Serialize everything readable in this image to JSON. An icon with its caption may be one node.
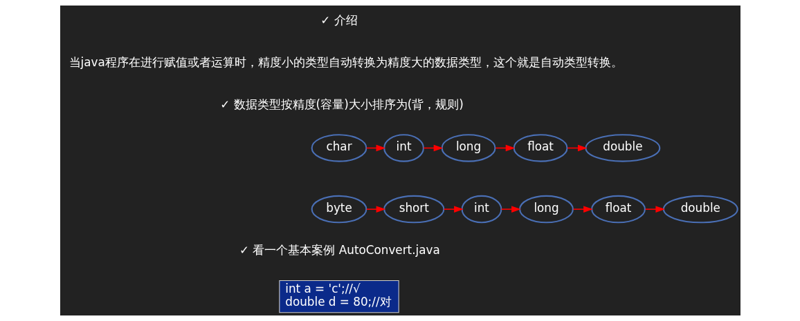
{
  "diagram": {
    "nodes": [
      {
        "text": [
          "char"
        ]
      },
      {
        "text": [
          "int"
        ]
      },
      {
        "text": [
          "long"
        ]
      },
      {
        "text": [
          "float"
        ]
      },
      {
        "text": [
          "double"
        ]
      },
      {
        "text": [
          "byte"
        ]
      },
      {
        "text": [
          "short"
        ]
      },
      {
        "text": [
          "int"
        ]
      },
      {
        "text": [
          "long"
        ]
      },
      {
        "text": [
          "float"
        ]
      },
      {
        "text": [
          "double"
        ]
      },
      {
        "text": [
          "int a = 'c';//√",
          "double d = 80;//对"
        ]
      }
    ],
    "edges": [
      {
        "from": 0,
        "to": 1,
        "arrow": "to"
      },
      {
        "from": 1,
        "to": 2,
        "arrow": "to"
      },
      {
        "from": 2,
        "to": 3,
        "arrow": "to"
      },
      {
        "from": 3,
        "to": 4,
        "arrow": "to"
      },
      {
        "from": 5,
        "to": 6,
        "arrow": "to"
      },
      {
        "from": 6,
        "to": 7,
        "arrow": "to"
      },
      {
        "from": 7,
        "to": 8,
        "arrow": "to"
      },
      {
        "from": 8,
        "to": 9,
        "arrow": "to"
      },
      {
        "from": 9,
        "to": 10,
        "arrow": "to"
      }
    ],
    "labels": [
      "✓ 介绍",
      "当java程序在进行赋值或者运算时，精度小的类型自动转换为精度大的数据类型，这个就是自动类型转换。",
      "✓ 数据类型按精度(容量)大小排序为(背，规则)",
      "✓ 看一个基本案例 AutoConvert.java"
    ]
  }
}
